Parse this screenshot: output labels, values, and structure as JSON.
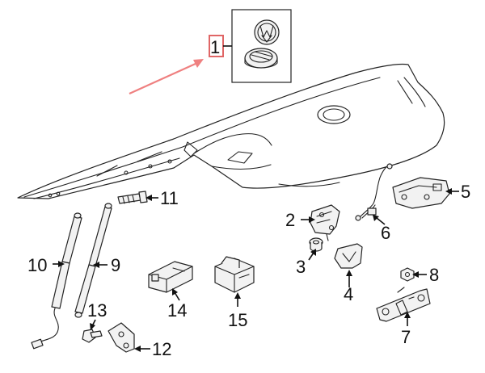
{
  "diagram": {
    "accent_color": "#ef8080",
    "highlight_box_color": "#e06666",
    "callouts": [
      {
        "id": "c1",
        "label": "1"
      },
      {
        "id": "c2",
        "label": "2"
      },
      {
        "id": "c3",
        "label": "3"
      },
      {
        "id": "c4",
        "label": "4"
      },
      {
        "id": "c5",
        "label": "5"
      },
      {
        "id": "c6",
        "label": "6"
      },
      {
        "id": "c7",
        "label": "7"
      },
      {
        "id": "c8",
        "label": "8"
      },
      {
        "id": "c9",
        "label": "9"
      },
      {
        "id": "c10",
        "label": "10"
      },
      {
        "id": "c11",
        "label": "11"
      },
      {
        "id": "c12",
        "label": "12"
      },
      {
        "id": "c13",
        "label": "13"
      },
      {
        "id": "c14",
        "label": "14"
      },
      {
        "id": "c15",
        "label": "15"
      }
    ],
    "emblem_icon": "vw-emblem-icon"
  }
}
